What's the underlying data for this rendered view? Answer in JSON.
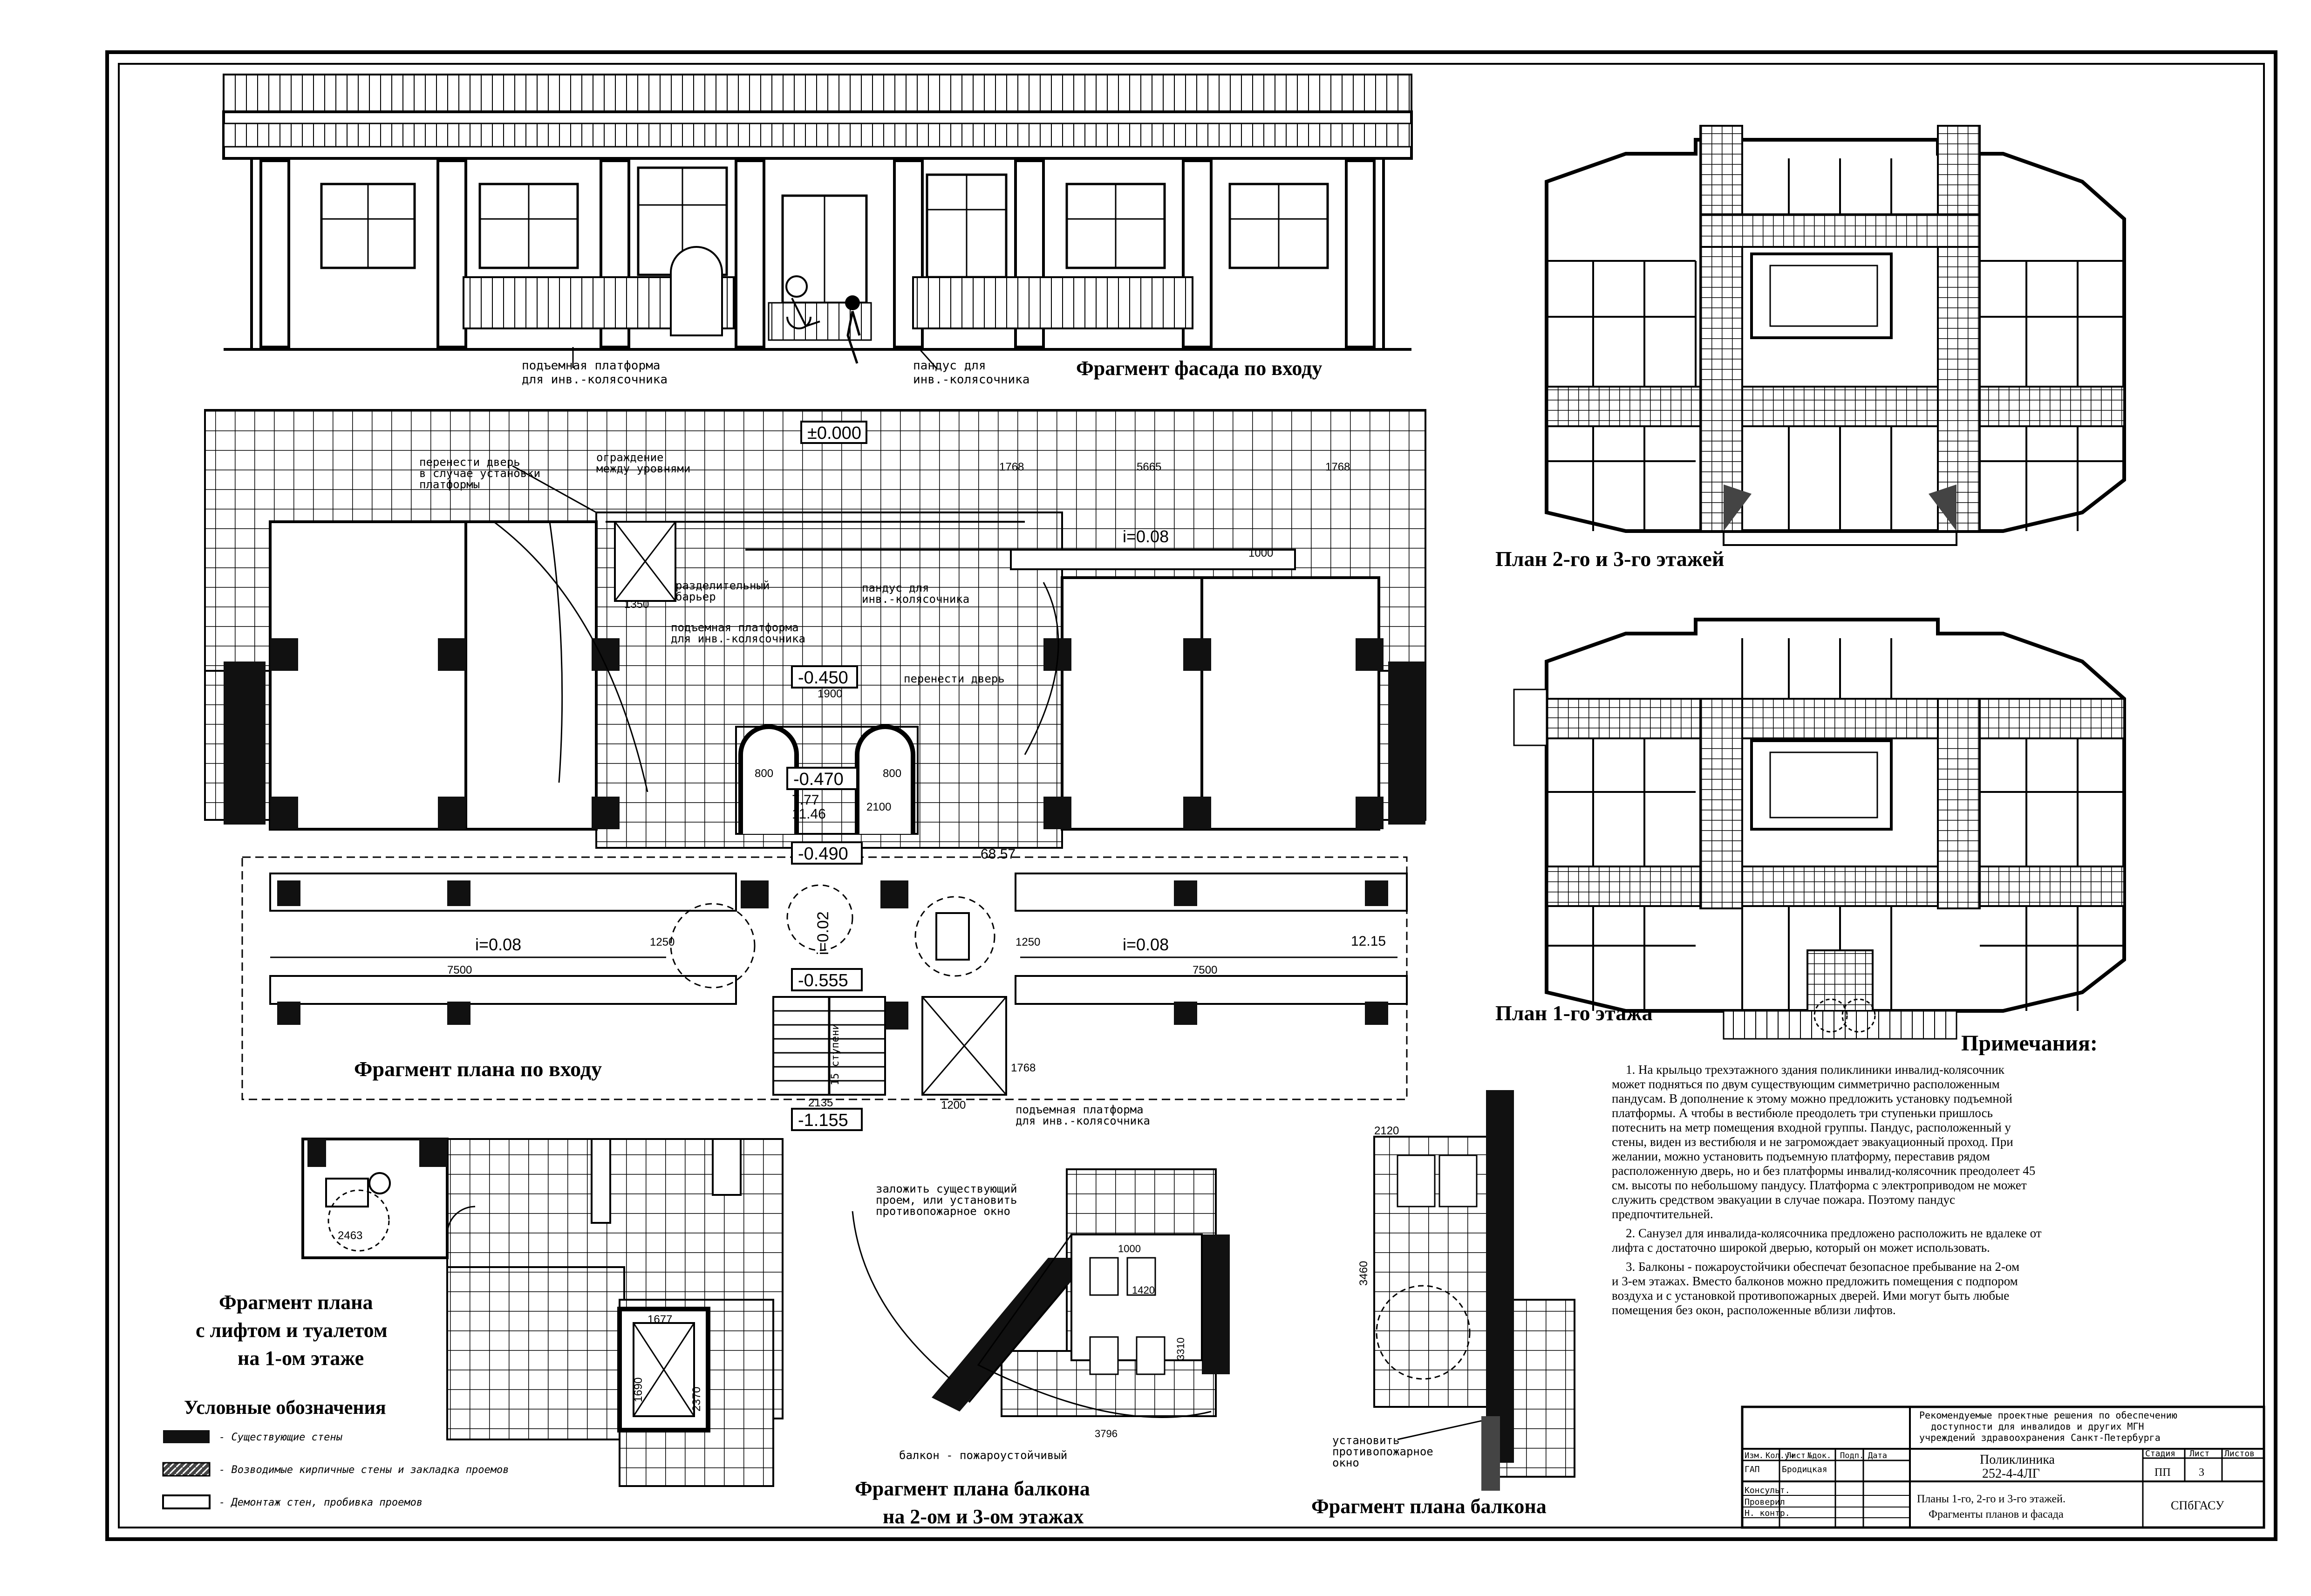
{
  "titles": {
    "facade": "Фрагмент фасада по входу",
    "entry_plan": "Фрагмент плана по входу",
    "floor23": "План 2-го и 3-го этажей",
    "floor1": "План 1-го этажа",
    "lift_line1": "Фрагмент плана",
    "lift_line2": "с лифтом  и туалетом",
    "lift_line3": "на 1-ом этаже",
    "balcony23_line1": "Фрагмент плана балкона",
    "balcony23_line2": "на 2-ом и 3-ом этажах",
    "balcony": "Фрагмент плана балкона"
  },
  "facade_labels": {
    "platform_1": "подъемная платформа",
    "platform_2": "для инв.-колясочника",
    "ramp_1": "пандус для",
    "ramp_2": "инв.-колясочника"
  },
  "entry_plan": {
    "levels": [
      "±0.000",
      "-0.450",
      "-0.470",
      "-0.490",
      "-0.555",
      "-1.155"
    ],
    "slopes": [
      "i=0.08",
      "i=0.08",
      "i=0.08",
      "i=0.02"
    ],
    "dims": [
      "1768",
      "5665",
      "1768",
      "1000",
      "1350",
      "1900",
      "800",
      "800",
      "2100",
      "7500",
      "7500",
      "1250",
      "1250",
      "1200",
      "2135",
      "1768",
      "68.57",
      "12.15",
      "7.77",
      "11.46"
    ],
    "annotations": [
      "перенести дверь",
      "в случае установки",
      "платформы",
      "ограждение",
      "между уровнями",
      "разделительный",
      "барьер",
      "пандус для",
      "инв.-колясочника",
      "подъемная платформа",
      "для инв.-колясочника",
      "перенести дверь",
      "подъемная платформа",
      "для инв.-колясочника",
      "15 ступени"
    ]
  },
  "lift_plan": {
    "dims": [
      "2463",
      "1677",
      "1690",
      "2370"
    ]
  },
  "legend": {
    "title": "Условные обозначения",
    "items": [
      "- Существующие стены",
      "- Возводимые кирпичные стены и закладка проемов",
      "- Демонтаж стен, пробивка проемов"
    ]
  },
  "balcony23": {
    "note_1": "заложить существующий",
    "note_2": "проем, или установить",
    "note_3": "противопожарное окно",
    "caption": "балкон - пожароустойчивый",
    "dims": [
      "1000",
      "1420",
      "3310",
      "3796"
    ]
  },
  "balcony": {
    "note_1": "установить",
    "note_2": "противопожарное",
    "note_3": "окно",
    "dims": [
      "2120",
      "3460"
    ]
  },
  "notes": {
    "title": "Примечания:",
    "lines": [
      "1. На крыльцо трехэтажного здания поликлиники инвалид-колясочник",
      "может подняться по двум существующим симметрично расположенным",
      "пандусам. В дополнение к этому можно предложить установку подъемной",
      "платформы. А чтобы в вестибюле преодолеть три ступеньки пришлось",
      "потеснить на метр помещения входной группы. Пандус, расположенный у",
      "стены, виден из вестибюля и не загромождает эвакуационный проход. При",
      "желании, можно установить подъемную платформу, переставив рядом",
      "расположенную дверь, но и без платформы инвалид-колясочник  преодолеет 45",
      "см. высоты по небольшому пандусу. Платформа с электроприводом не может",
      "служить средством эвакуации в случае пожара. Поэтому пандус",
      "предпочтительней.",
      "2. Санузел для инвалида-колясочника предложено расположить не вдалеке от",
      "лифта с достаточно широкой дверью, который он может использовать.",
      "3. Балконы - пожароустойчики  обеспечат безопасное пребывание на 2-ом",
      "и 3-ем этажах. Вместо балконов можно предложить помещения с подпором",
      "воздуха и с установкой противопожарных дверей.  Ими могут быть любые",
      "помещения без окон, расположенные вблизи лифтов."
    ]
  },
  "title_block": {
    "org_1": "Рекомендуемые проектные решения по обеспечению",
    "org_2": "доступности для инвалидов и других МГН",
    "org_3": "учреждений здравоохранения  Санкт-Петербурга",
    "project_1": "Поликлиника",
    "project_2": "252-4-4ЛГ",
    "stage_hdr": "Стадия",
    "sheet_hdr": "Лист",
    "sheets_hdr": "Листов",
    "stage": "ПП",
    "sheet": "3",
    "sheets": "",
    "sheet_title_1": "Планы 1-го, 2-го и 3-го этажей.",
    "sheet_title_2": "Фрагменты планов и фасада",
    "org": "СПбГАСУ",
    "roles": [
      "ГАП",
      "Консульт.",
      "Проверил",
      "Н. контр."
    ],
    "names": [
      "Бродицкая",
      "",
      "",
      ""
    ],
    "header_cols": [
      "Изм.",
      "Кол.уч",
      "Лист",
      "№док.",
      "Подп.",
      "Дата"
    ]
  }
}
